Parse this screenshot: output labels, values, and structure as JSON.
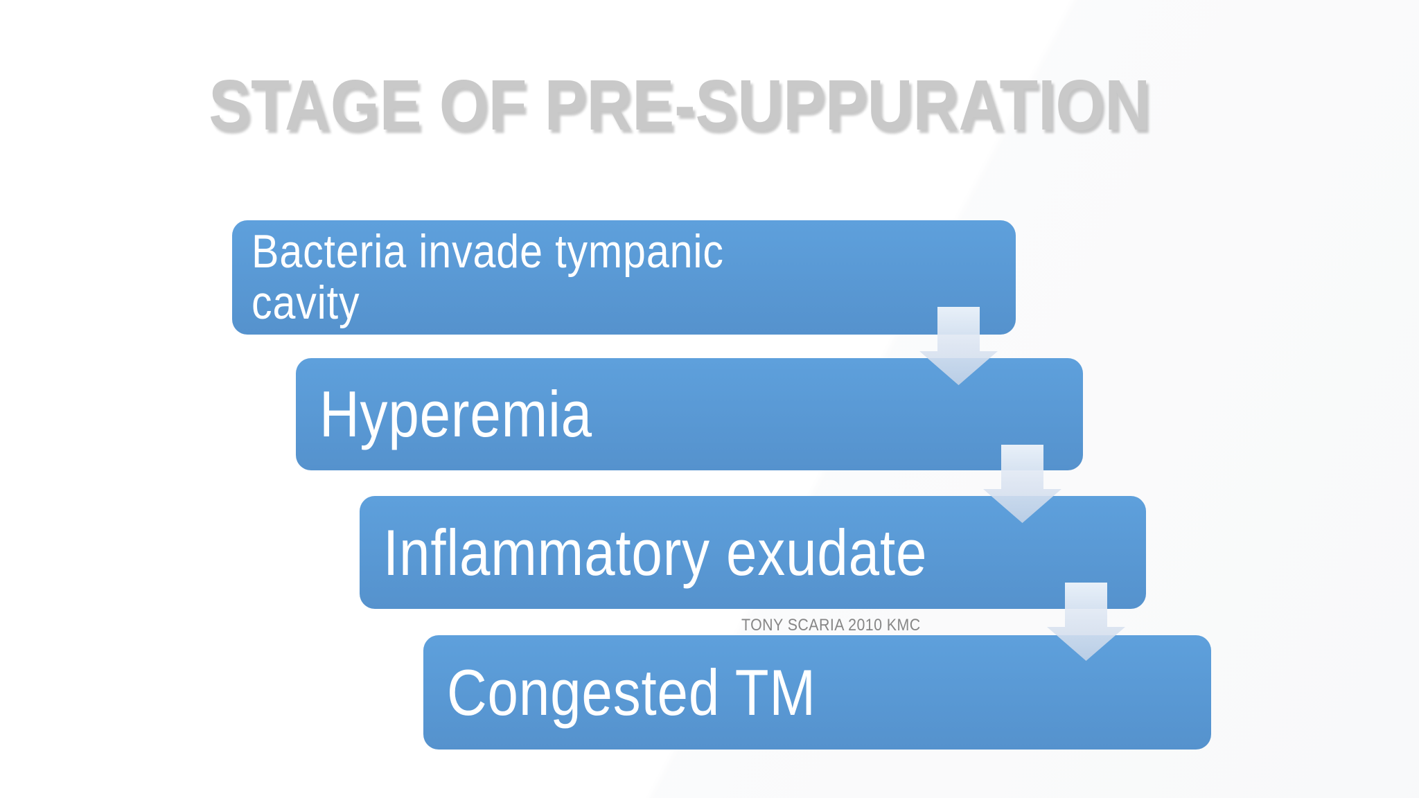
{
  "slide_title": {
    "text": "STAGE OF PRE-SUPPURATION"
  },
  "process": {
    "type": "staircase-flow",
    "steps": [
      {
        "lines": [
          "Bacteria invade tympanic",
          "cavity"
        ]
      },
      {
        "lines": [
          "Hyperemia"
        ]
      },
      {
        "lines": [
          "Inflammatory exudate"
        ]
      },
      {
        "lines": [
          "Congested TM"
        ]
      }
    ],
    "connector": "down-arrow"
  },
  "watermark": {
    "text": "TONY SCARIA 2010 KMC"
  },
  "colors": {
    "step_blue": "#5B9BD5",
    "title_gray": "#C9C9C9",
    "arrow_tint": "#D9E3F0",
    "watermark_gray": "#868686",
    "step_text": "#FFFFFF",
    "background": "#FFFFFF"
  }
}
